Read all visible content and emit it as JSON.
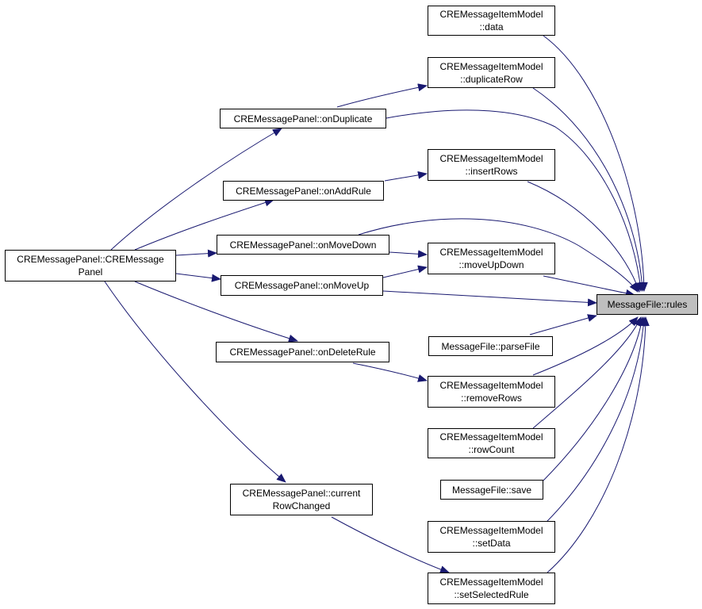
{
  "colors": {
    "edge": "#191970",
    "node_border": "#000000",
    "focus_fill": "#bfbfbf"
  },
  "nodes": {
    "data": {
      "line1": "CREMessageItemModel",
      "line2": "::data"
    },
    "duplicateRow": {
      "line1": "CREMessageItemModel",
      "line2": "::duplicateRow"
    },
    "onDuplicate": {
      "line1": "CREMessagePanel::onDuplicate",
      "line2": ""
    },
    "insertRows": {
      "line1": "CREMessageItemModel",
      "line2": "::insertRows"
    },
    "onAddRule": {
      "line1": "CREMessagePanel::onAddRule",
      "line2": ""
    },
    "ctor": {
      "line1": "CREMessagePanel::CREMessage",
      "line2": "Panel"
    },
    "onMoveDown": {
      "line1": "CREMessagePanel::onMoveDown",
      "line2": ""
    },
    "moveUpDown": {
      "line1": "CREMessageItemModel",
      "line2": "::moveUpDown"
    },
    "onMoveUp": {
      "line1": "CREMessagePanel::onMoveUp",
      "line2": ""
    },
    "rules": {
      "line1": "MessageFile::rules",
      "line2": ""
    },
    "parseFile": {
      "line1": "MessageFile::parseFile",
      "line2": ""
    },
    "onDeleteRule": {
      "line1": "CREMessagePanel::onDeleteRule",
      "line2": ""
    },
    "removeRows": {
      "line1": "CREMessageItemModel",
      "line2": "::removeRows"
    },
    "rowCount": {
      "line1": "CREMessageItemModel",
      "line2": "::rowCount"
    },
    "save": {
      "line1": "MessageFile::save",
      "line2": ""
    },
    "currentRowChanged": {
      "line1": "CREMessagePanel::current",
      "line2": "RowChanged"
    },
    "setData": {
      "line1": "CREMessageItemModel",
      "line2": "::setData"
    },
    "setSelectedRule": {
      "line1": "CREMessageItemModel",
      "line2": "::setSelectedRule"
    }
  }
}
